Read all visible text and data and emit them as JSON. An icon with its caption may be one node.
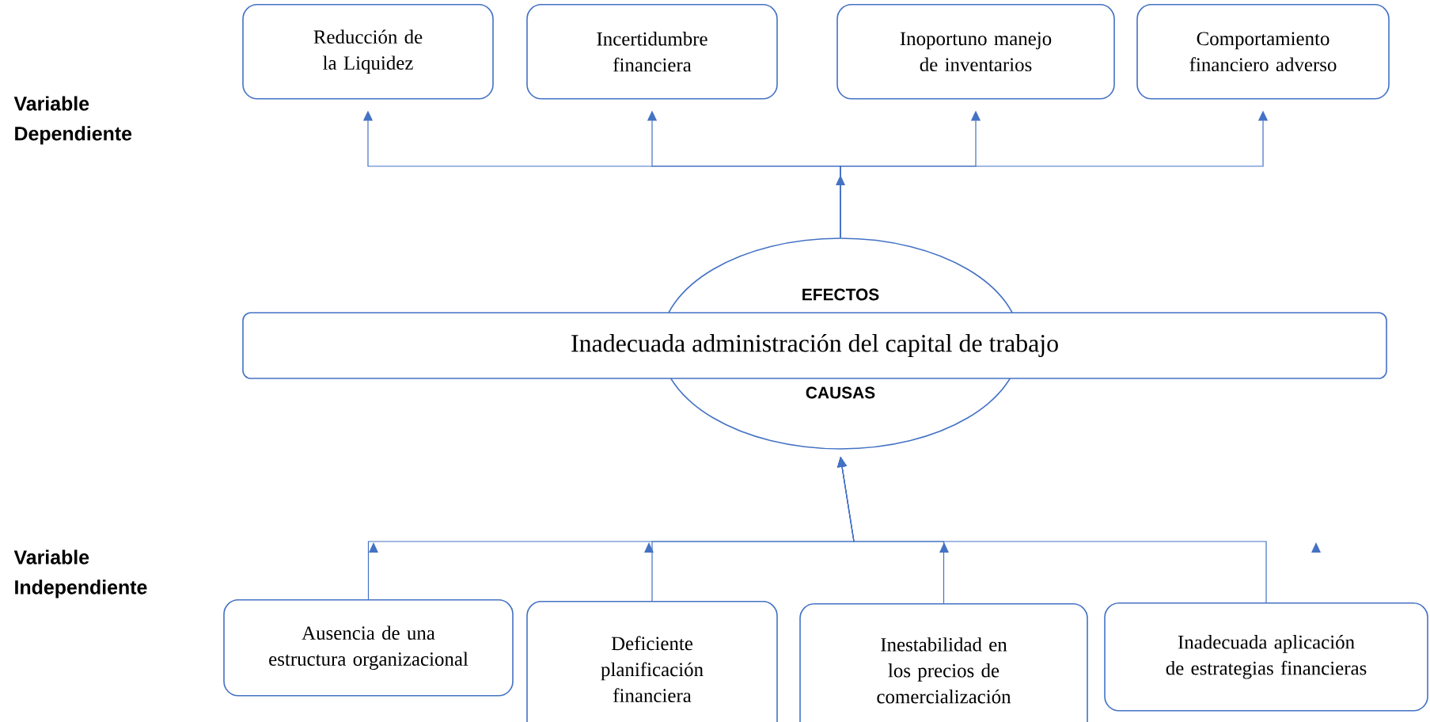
{
  "diagram": {
    "nodes": [
      {
        "text": [
          "Reducción de la Liquidez"
        ]
      },
      {
        "text": [
          "Incertidumbre financiera"
        ]
      },
      {
        "text": [
          "Inoportuno manejo de inventarios"
        ]
      },
      {
        "text": [
          "Comportamiento financiero adverso"
        ]
      },
      {
        "text": [
          "EFECTOS",
          "CAUSAS"
        ]
      },
      {
        "text": [
          "Inadecuada administración del capital de trabajo"
        ]
      },
      {
        "text": [
          "Ausencia de una estructura organizacional"
        ]
      },
      {
        "text": [
          "Deficiente planificación financiera"
        ]
      },
      {
        "text": [
          "Inestabilidad en los precios de comercialización"
        ]
      },
      {
        "text": [
          "Inadecuada aplicación de estrategias financieras"
        ]
      }
    ],
    "edges": [
      {
        "from": 4,
        "to": 0,
        "arrow": "to"
      },
      {
        "from": 4,
        "to": 1,
        "arrow": "to"
      },
      {
        "from": 4,
        "to": 2,
        "arrow": "to"
      },
      {
        "from": 4,
        "to": 3,
        "arrow": "to"
      },
      {
        "from": 6,
        "to": 4,
        "arrow": "to"
      },
      {
        "from": 7,
        "to": 4,
        "arrow": "to"
      },
      {
        "from": 8,
        "to": 4,
        "arrow": "to"
      },
      {
        "from": 9,
        "to": 4,
        "arrow": "to"
      }
    ],
    "labels": [
      "Variable Dependiente",
      "Variable Independiente"
    ]
  }
}
